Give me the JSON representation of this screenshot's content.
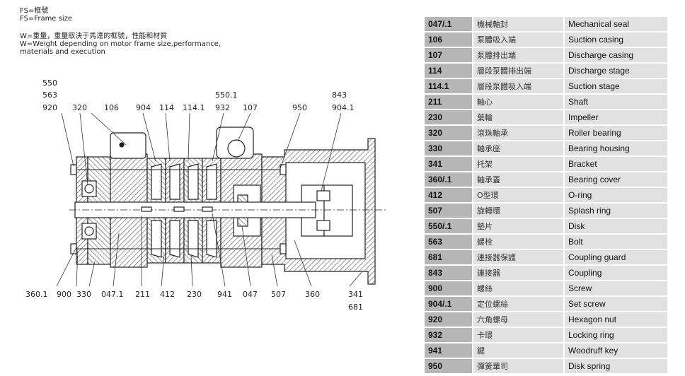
{
  "notes": {
    "fs_zh": "FS=框號",
    "fs_en": "FS=Frame size",
    "w_zh": "W=重量，重量取決于馬達的框號，性能和材質",
    "w_en1": "W=Weight depending on motor frame size,performance,",
    "w_en2": "materials and execution"
  },
  "callouts": {
    "top": [
      "550",
      "563",
      "920",
      "320",
      "106",
      "904",
      "114",
      "114.1",
      "550.1",
      "932",
      "107",
      "950",
      "843",
      "904.1"
    ],
    "bottom": [
      "360.1",
      "900",
      "330",
      "047.1",
      "211",
      "412",
      "230",
      "941",
      "047",
      "507",
      "360",
      "341",
      "681"
    ]
  },
  "parts": [
    {
      "no": "047/.1",
      "zh": "機械軸封",
      "en": "Mechanical seal"
    },
    {
      "no": "106",
      "zh": "泵體吸入端",
      "en": "Suction casing"
    },
    {
      "no": "107",
      "zh": "泵體排出端",
      "en": "Discharge casing"
    },
    {
      "no": "114",
      "zh": "層段泵體排出端",
      "en": "Discharge stage"
    },
    {
      "no": "114.1",
      "zh": "層段泵體吸入端",
      "en": "Suction stage"
    },
    {
      "no": "211",
      "zh": "軸心",
      "en": "Shaft"
    },
    {
      "no": "230",
      "zh": "葉輪",
      "en": "Impeller"
    },
    {
      "no": "320",
      "zh": "滾珠軸承",
      "en": "Roller bearing"
    },
    {
      "no": "330",
      "zh": "軸承座",
      "en": "Bearing housing"
    },
    {
      "no": "341",
      "zh": "托架",
      "en": "Bracket"
    },
    {
      "no": "360/.1",
      "zh": "軸承蓋",
      "en": "Bearing cover"
    },
    {
      "no": "412",
      "zh": "O型環",
      "en": "O-ring"
    },
    {
      "no": "507",
      "zh": "旋轉環",
      "en": "Splash ring"
    },
    {
      "no": "550/.1",
      "zh": "墊片",
      "en": "Disk"
    },
    {
      "no": "563",
      "zh": "螺栓",
      "en": "Bolt"
    },
    {
      "no": "681",
      "zh": "連接器保護",
      "en": "Coupling guard"
    },
    {
      "no": "843",
      "zh": "連接器",
      "en": "Coupling"
    },
    {
      "no": "900",
      "zh": "螺絲",
      "en": "Screw"
    },
    {
      "no": "904/.1",
      "zh": "定位螺絲",
      "en": "Set screw"
    },
    {
      "no": "920",
      "zh": "六角螺母",
      "en": "Hexagon nut"
    },
    {
      "no": "932",
      "zh": "卡環",
      "en": "Locking ring"
    },
    {
      "no": "941",
      "zh": "鍵",
      "en": "Woodruff key"
    },
    {
      "no": "950",
      "zh": "彈簧華司",
      "en": "Disk spring"
    }
  ]
}
